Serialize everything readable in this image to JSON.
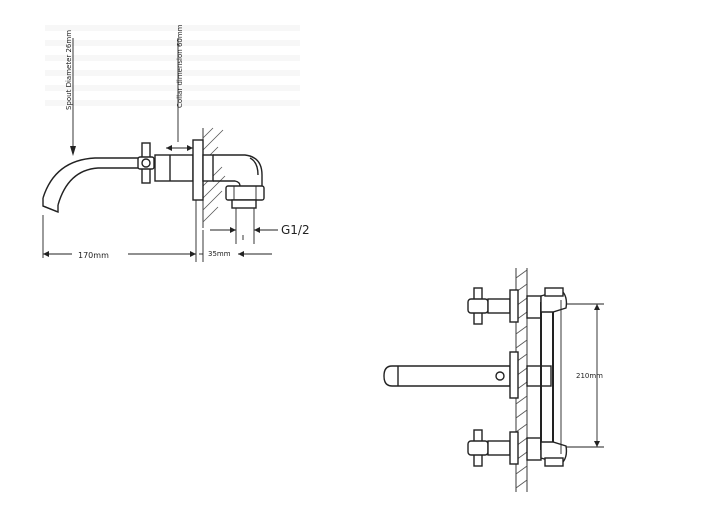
{
  "side_view": {
    "spout_diameter_label": "Spout Diameter 26mm",
    "collar_dimension_label": "Collar dimension 60mm",
    "thread_label": "G1/2",
    "spout_length_label": "170mm",
    "wall_offset_label": "35mm"
  },
  "front_view": {
    "handle_spacing_label": "210mm"
  }
}
